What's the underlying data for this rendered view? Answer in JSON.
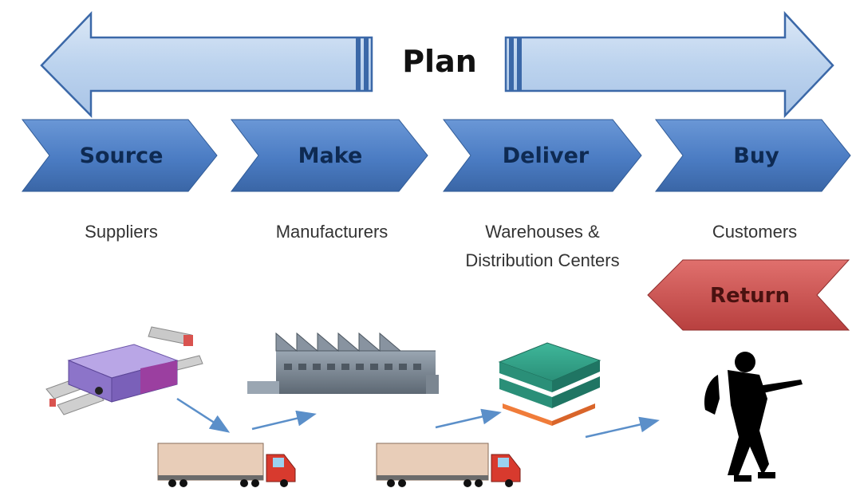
{
  "plan": {
    "label": "Plan"
  },
  "stages": [
    {
      "label": "Source",
      "entity": "Suppliers"
    },
    {
      "label": "Make",
      "entity": "Manufacturers"
    },
    {
      "label": "Deliver",
      "entity_lines": [
        "Warehouses &",
        "Distribution Centers"
      ]
    },
    {
      "label": "Buy",
      "entity": "Customers"
    }
  ],
  "return": {
    "label": "Return"
  },
  "colors": {
    "chevron_fill": "#4b7cc3",
    "chevron_text": "#0e2a52",
    "plan_arrow_fill": "#bcd3ee",
    "plan_arrow_stroke": "#3b68a8",
    "return_fill": "#c8504f",
    "return_text": "#4a1210",
    "entity_text": "#333333"
  },
  "icons": [
    "conveyor-machine-icon",
    "factory-icon",
    "warehouse-stack-icon",
    "soldier-silhouette-icon",
    "truck-icon",
    "flow-arrow-icon"
  ]
}
